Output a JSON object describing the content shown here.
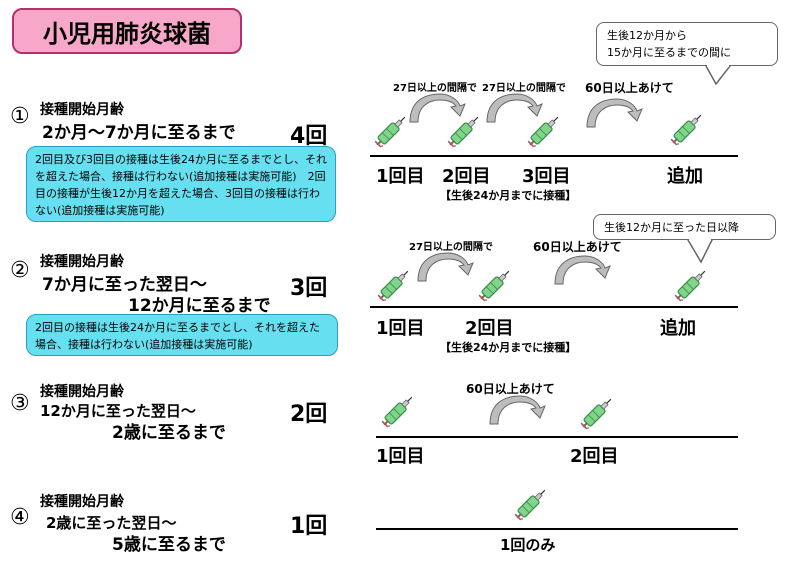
{
  "title": "小児用肺炎球菌",
  "label_start": "接種開始月齢",
  "rows": [
    {
      "num": "①",
      "range1": "2か月～7か月に至るまで",
      "range2": "",
      "count": "4回",
      "note": "2回目及び3回目の接種は生後24か月に至るまでとし、それを超えた場合、接種は行わない(追加接種は実施可能)　2回目の接種が生後12か月を超えた場合、3回目の接種は行わない(追加接種は実施可能)",
      "callout": "生後12か月から\n15か月に至るまでの間に",
      "gap1": "27日以上の間隔で",
      "gap2": "27日以上の間隔で",
      "gap3": "60日以上あけて",
      "ticks": [
        "1回目",
        "2回目",
        "3回目",
        "追加"
      ],
      "sub": "【生後24か月までに接種】"
    },
    {
      "num": "②",
      "range1": "7か月に至った翌日～",
      "range2": "12か月に至るまで",
      "count": "3回",
      "note": "2回目の接種は生後24か月に至るまでとし、それを超えた場合、接種は行わない(追加接種は実施可能)",
      "callout": "生後12か月に至った日以降",
      "gap1": "27日以上の間隔で",
      "gap2": "60日以上あけて",
      "ticks": [
        "1回目",
        "2回目",
        "追加"
      ],
      "sub": "【生後24か月までに接種】"
    },
    {
      "num": "③",
      "range1": "12か月に至った翌日～",
      "range2": "2歳に至るまで",
      "count": "2回",
      "gap1": "60日以上あけて",
      "ticks": [
        "1回目",
        "2回目"
      ]
    },
    {
      "num": "④",
      "range1": "2歳に至った翌日～",
      "range2": "5歳に至るまで",
      "count": "1回",
      "ticks": [
        "1回のみ"
      ]
    }
  ],
  "colors": {
    "title_bg": "#f7a8c8",
    "note_bg": "#66e0f0",
    "syringe": "#7fd68a",
    "arrow": "#9a9a9a"
  },
  "icons": {
    "syringe": "syringe-icon",
    "arrow": "curved-arrow-icon",
    "callout_pointer": "callout-pointer"
  }
}
